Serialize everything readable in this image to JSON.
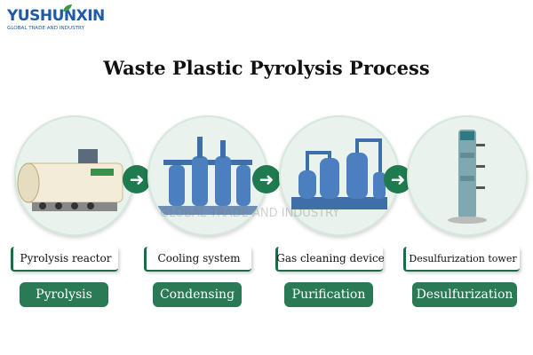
{
  "logo": {
    "brand": "YUSHUNXIN",
    "tagline": "GLOBAL TRADE AND INDUSTRY"
  },
  "title": "Waste Plastic Pyrolysis Process",
  "watermark": "GLOBAL TRADE AND INDUSTRY",
  "steps": [
    {
      "equipment": "Pyrolysis reactor",
      "process": "Pyrolysis"
    },
    {
      "equipment": "Cooling system",
      "process": "Condensing"
    },
    {
      "equipment": "Gas cleaning device",
      "process": "Purification"
    },
    {
      "equipment": "Desulfurization tower",
      "process": "Desulfurization"
    }
  ],
  "colors": {
    "accent_green": "#2a7a55",
    "brand_blue": "#1e5aa8",
    "equipment_blue": "#3f6fa8"
  },
  "icons": {
    "arrow": "right-arrow-icon"
  }
}
